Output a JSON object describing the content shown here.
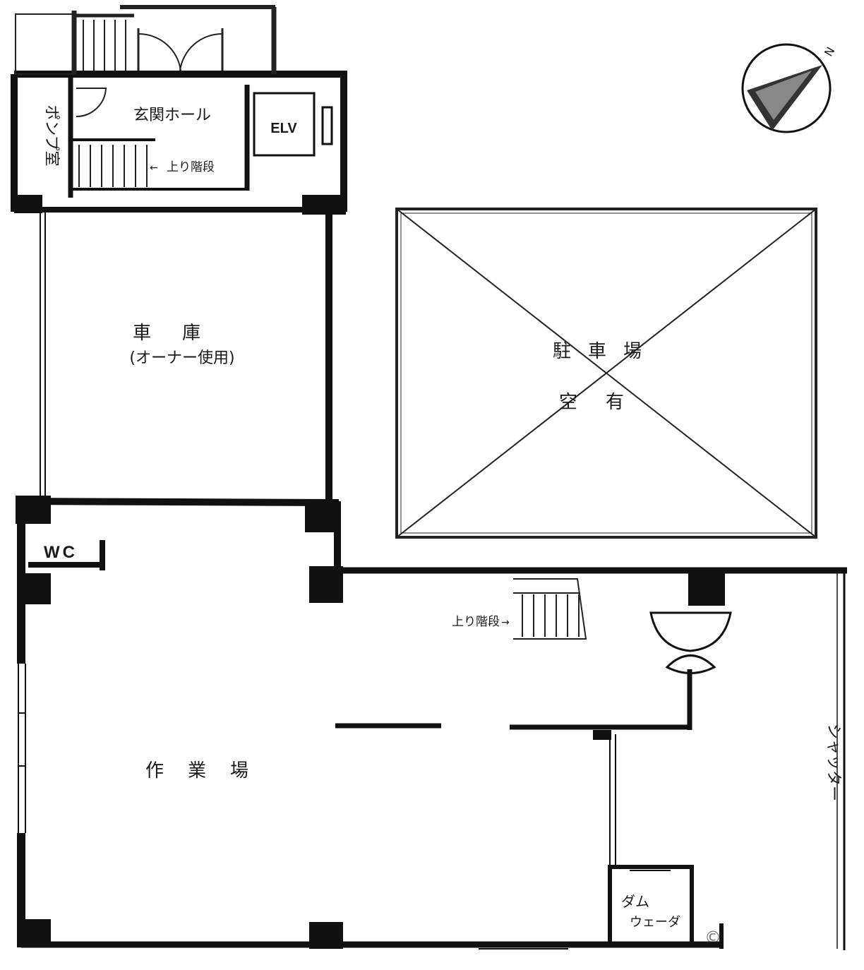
{
  "plan": {
    "labels": {
      "pump_room": "ポンプ室",
      "entrance_hall": "玄関ホール",
      "elevator": "ELV",
      "up_stairs_top": "上り階段",
      "garage": "車庫",
      "garage_note": "(オーナー使用)",
      "parking": "駐車場",
      "vacant": "空有",
      "wc": "WC",
      "up_stairs_work": "上り階段",
      "workshop": "作業場",
      "shutter": "シャッター",
      "dumbwaiter_1": "ダム",
      "dumbwaiter_2": "ウェーダ",
      "north": "N",
      "watermark": "©"
    },
    "colors": {
      "wall": "#111111",
      "line": "#222222",
      "background": "#ffffff"
    }
  }
}
